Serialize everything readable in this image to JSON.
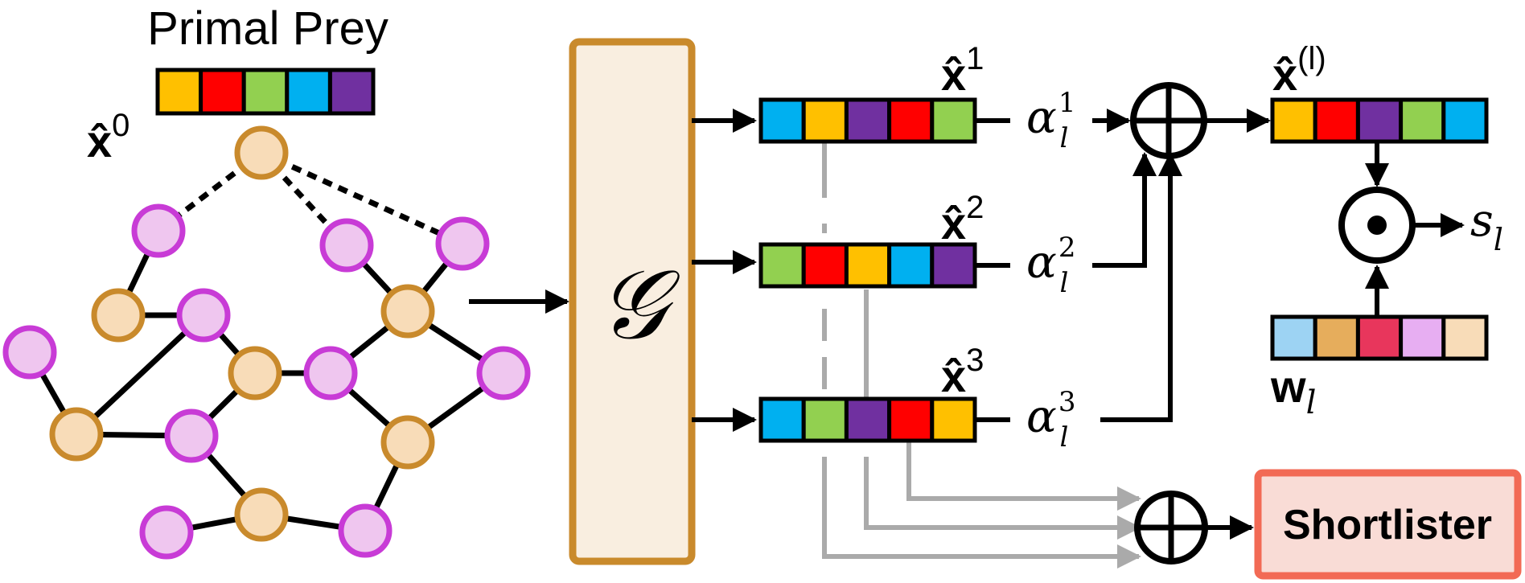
{
  "title": "Primal Prey",
  "colors": {
    "orange_node_fill": "#F8DCB8",
    "orange_node_stroke": "#C98A2C",
    "purple_node_fill": "#EFC6EF",
    "purple_node_stroke": "#C83BD6",
    "encoder_fill": "#F9EEE0",
    "encoder_stroke": "#C98A2C",
    "grey_line": "#AAAAAA",
    "shortlister_fill": "#F9DCD6",
    "shortlister_stroke": "#F26A55",
    "palette": {
      "yellow": "#FFC000",
      "red": "#FF0000",
      "green": "#92D050",
      "blue": "#00B0F0",
      "purple": "#7030A0",
      "light_blue": "#9DD3F3",
      "tan": "#E6AD5C",
      "crimson": "#E8365C",
      "lilac": "#E7AEF2",
      "beige": "#F8DCB8"
    }
  },
  "x0": {
    "label_base": "x̂",
    "label_sup": "0",
    "cells": [
      "yellow",
      "red",
      "green",
      "blue",
      "purple"
    ]
  },
  "encoder": {
    "symbol": "𝒢"
  },
  "views": [
    {
      "label_base": "x̂",
      "label_sup": "1",
      "alpha_base": "α",
      "alpha_sup": "1",
      "alpha_sub": "l",
      "cells": [
        "blue",
        "yellow",
        "purple",
        "red",
        "green"
      ]
    },
    {
      "label_base": "x̂",
      "label_sup": "2",
      "alpha_base": "α",
      "alpha_sup": "2",
      "alpha_sub": "l",
      "cells": [
        "green",
        "red",
        "yellow",
        "blue",
        "purple"
      ]
    },
    {
      "label_base": "x̂",
      "label_sup": "3",
      "alpha_base": "α",
      "alpha_sup": "3",
      "alpha_sub": "l",
      "cells": [
        "blue",
        "green",
        "purple",
        "red",
        "yellow"
      ]
    }
  ],
  "combined": {
    "label_base": "x̂",
    "label_sup": "(l)",
    "cells": [
      "yellow",
      "red",
      "purple",
      "green",
      "blue"
    ]
  },
  "weights": {
    "label_base": "w",
    "label_sub": "l",
    "cells": [
      "light_blue",
      "tan",
      "crimson",
      "lilac",
      "beige"
    ]
  },
  "score": {
    "base": "s",
    "sub": "l"
  },
  "shortlister": {
    "label": "Shortlister"
  },
  "graph": {
    "nodes": [
      {
        "id": "top",
        "type": "orange"
      },
      {
        "id": "p1",
        "type": "purple"
      },
      {
        "id": "p2",
        "type": "purple"
      },
      {
        "id": "p3",
        "type": "purple"
      },
      {
        "id": "o1",
        "type": "orange"
      },
      {
        "id": "p4",
        "type": "purple"
      },
      {
        "id": "o2",
        "type": "orange"
      },
      {
        "id": "p5",
        "type": "purple"
      },
      {
        "id": "o3",
        "type": "orange"
      },
      {
        "id": "p6",
        "type": "purple"
      },
      {
        "id": "p7",
        "type": "purple"
      },
      {
        "id": "o4",
        "type": "orange"
      },
      {
        "id": "p8",
        "type": "purple"
      },
      {
        "id": "o5",
        "type": "orange"
      },
      {
        "id": "o6",
        "type": "orange"
      },
      {
        "id": "p9",
        "type": "purple"
      },
      {
        "id": "p10",
        "type": "purple"
      }
    ],
    "edges": [
      [
        "top",
        "p1",
        "dashed"
      ],
      [
        "top",
        "p2",
        "dashed"
      ],
      [
        "top",
        "p3",
        "dashed"
      ],
      [
        "p1",
        "o1",
        "solid"
      ],
      [
        "o1",
        "p4",
        "solid"
      ],
      [
        "p4",
        "o2",
        "solid"
      ],
      [
        "o2",
        "p5",
        "solid"
      ],
      [
        "p5",
        "o3",
        "solid"
      ],
      [
        "o3",
        "p2",
        "solid"
      ],
      [
        "o3",
        "p3",
        "solid"
      ],
      [
        "o3",
        "p6",
        "solid"
      ],
      [
        "p7",
        "o4",
        "solid"
      ],
      [
        "o4",
        "p4",
        "solid"
      ],
      [
        "o4",
        "p8",
        "solid"
      ],
      [
        "p8",
        "o2",
        "solid"
      ],
      [
        "p8",
        "o6",
        "solid"
      ],
      [
        "p6",
        "o5",
        "solid"
      ],
      [
        "o5",
        "p5",
        "solid"
      ],
      [
        "o5",
        "p10",
        "solid"
      ],
      [
        "p10",
        "o6",
        "solid"
      ],
      [
        "o6",
        "p9",
        "solid"
      ]
    ]
  }
}
